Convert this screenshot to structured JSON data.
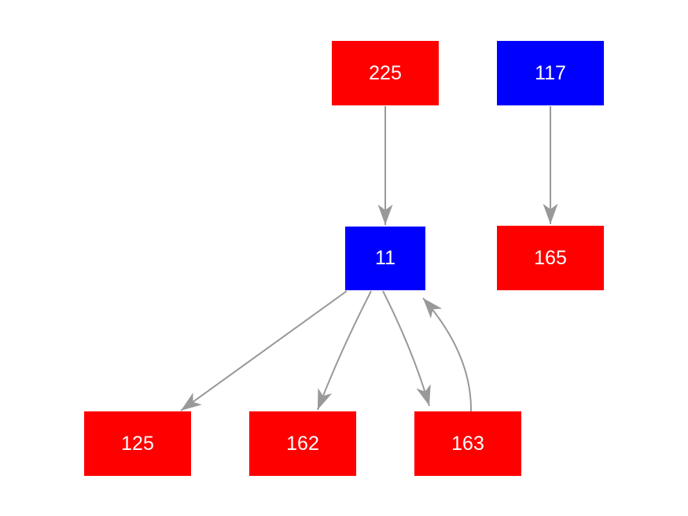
{
  "graph": {
    "background_color": "#ffffff",
    "edge_color": "#999999",
    "node_text_color": "#ffffff",
    "node_colors": {
      "red": "#ff0000",
      "blue": "#0000ff"
    },
    "nodes": [
      {
        "id": "225",
        "label": "225",
        "color": "#ff0000"
      },
      {
        "id": "117",
        "label": "117",
        "color": "#0000ff"
      },
      {
        "id": "11",
        "label": "11",
        "color": "#0000ff"
      },
      {
        "id": "165",
        "label": "165",
        "color": "#ff0000"
      },
      {
        "id": "125",
        "label": "125",
        "color": "#ff0000"
      },
      {
        "id": "162",
        "label": "162",
        "color": "#ff0000"
      },
      {
        "id": "163",
        "label": "163",
        "color": "#ff0000"
      }
    ],
    "edges": [
      {
        "from": "225",
        "to": "11"
      },
      {
        "from": "117",
        "to": "165"
      },
      {
        "from": "11",
        "to": "125"
      },
      {
        "from": "11",
        "to": "162"
      },
      {
        "from": "11",
        "to": "163"
      },
      {
        "from": "163",
        "to": "11"
      }
    ]
  }
}
